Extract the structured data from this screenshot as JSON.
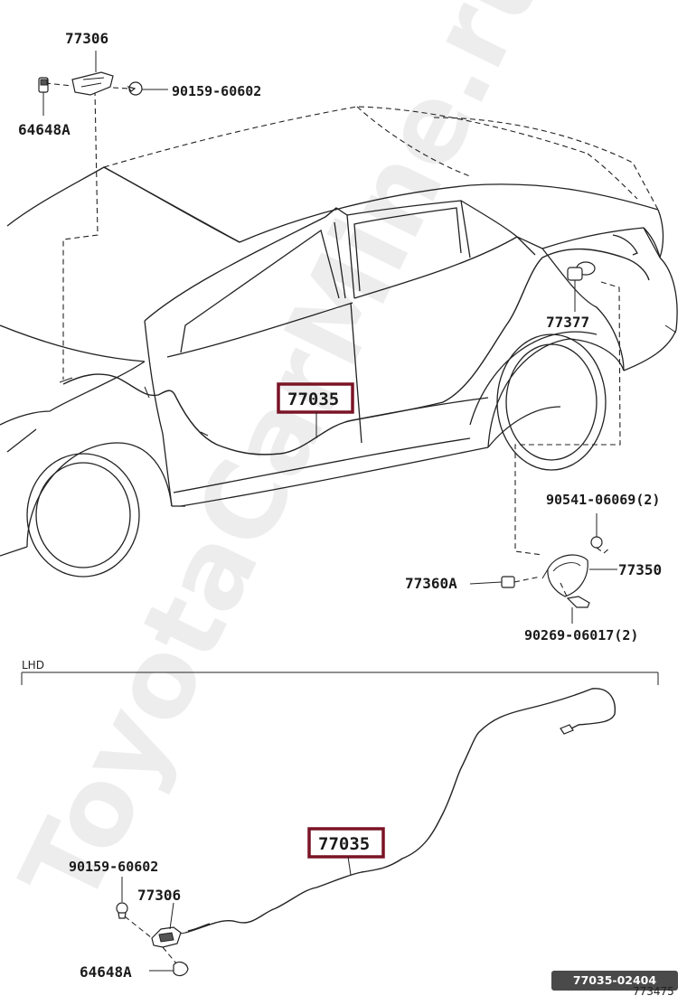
{
  "watermark": "ToyotaCarMine.ru",
  "section_label": "LHD",
  "top": {
    "part_77306": "77306",
    "part_64648A": "64648A",
    "part_90159": "90159-60602",
    "part_77377": "77377",
    "part_77035": "77035",
    "part_90541": "90541-06069(2)",
    "part_77350": "77350",
    "part_77360A": "77360A",
    "part_90269": "90269-06017(2)"
  },
  "bottom": {
    "part_77035": "77035",
    "part_90159": "90159-60602",
    "part_77306": "77306",
    "part_64648A": "64648A"
  },
  "footer": {
    "badge": "77035-02404",
    "illustration_number": "773475"
  },
  "colors": {
    "highlight_box": "#7a1426",
    "badge_bg": "#4a4a4a",
    "line": "#222222"
  }
}
